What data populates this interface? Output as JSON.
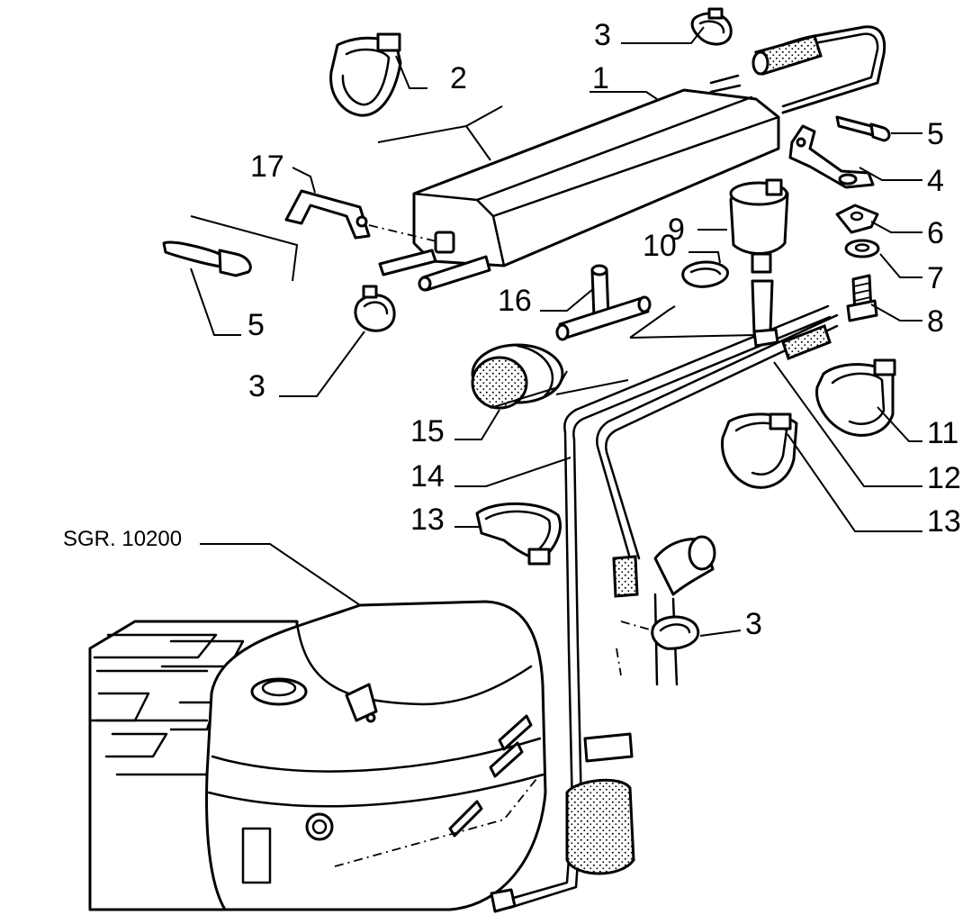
{
  "reference": "SGR. 10200",
  "callouts": [
    {
      "id": "c1",
      "text": "1"
    },
    {
      "id": "c2",
      "text": "2"
    },
    {
      "id": "c3a",
      "text": "3"
    },
    {
      "id": "c3b",
      "text": "3"
    },
    {
      "id": "c3c",
      "text": "3"
    },
    {
      "id": "c4",
      "text": "4"
    },
    {
      "id": "c5a",
      "text": "5"
    },
    {
      "id": "c5b",
      "text": "5"
    },
    {
      "id": "c6",
      "text": "6"
    },
    {
      "id": "c7",
      "text": "7"
    },
    {
      "id": "c8",
      "text": "8"
    },
    {
      "id": "c9",
      "text": "9"
    },
    {
      "id": "c10",
      "text": "10"
    },
    {
      "id": "c11",
      "text": "11"
    },
    {
      "id": "c12",
      "text": "12"
    },
    {
      "id": "c13a",
      "text": "13"
    },
    {
      "id": "c13b",
      "text": "13"
    },
    {
      "id": "c14",
      "text": "14"
    },
    {
      "id": "c15",
      "text": "15"
    },
    {
      "id": "c16",
      "text": "16"
    },
    {
      "id": "c17",
      "text": "17"
    }
  ]
}
